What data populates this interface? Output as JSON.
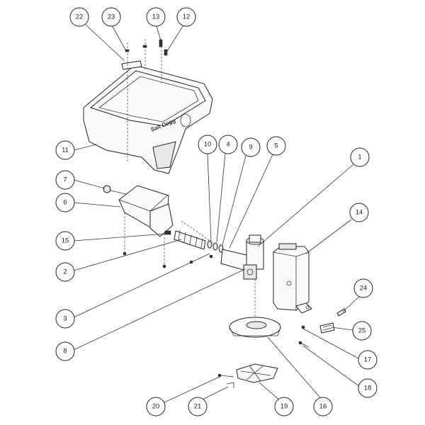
{
  "diagram": {
    "logo_text": "Salt Dogg",
    "callouts": [
      {
        "id": "c22",
        "label": "22"
      },
      {
        "id": "c23",
        "label": "23"
      },
      {
        "id": "c13",
        "label": "13"
      },
      {
        "id": "c12",
        "label": "12"
      },
      {
        "id": "c11",
        "label": "11"
      },
      {
        "id": "c10",
        "label": "10"
      },
      {
        "id": "c4",
        "label": "4"
      },
      {
        "id": "c9",
        "label": "9"
      },
      {
        "id": "c5",
        "label": "5"
      },
      {
        "id": "c1",
        "label": "1"
      },
      {
        "id": "c7",
        "label": "7"
      },
      {
        "id": "c6",
        "label": "6"
      },
      {
        "id": "c14",
        "label": "14"
      },
      {
        "id": "c15",
        "label": "15"
      },
      {
        "id": "c2",
        "label": "2"
      },
      {
        "id": "c24",
        "label": "24"
      },
      {
        "id": "c3",
        "label": "3"
      },
      {
        "id": "c25",
        "label": "25"
      },
      {
        "id": "c8",
        "label": "8"
      },
      {
        "id": "c17",
        "label": "17"
      },
      {
        "id": "c18",
        "label": "18"
      },
      {
        "id": "c20",
        "label": "20"
      },
      {
        "id": "c21",
        "label": "21"
      },
      {
        "id": "c19",
        "label": "19"
      },
      {
        "id": "c16",
        "label": "16"
      }
    ]
  }
}
